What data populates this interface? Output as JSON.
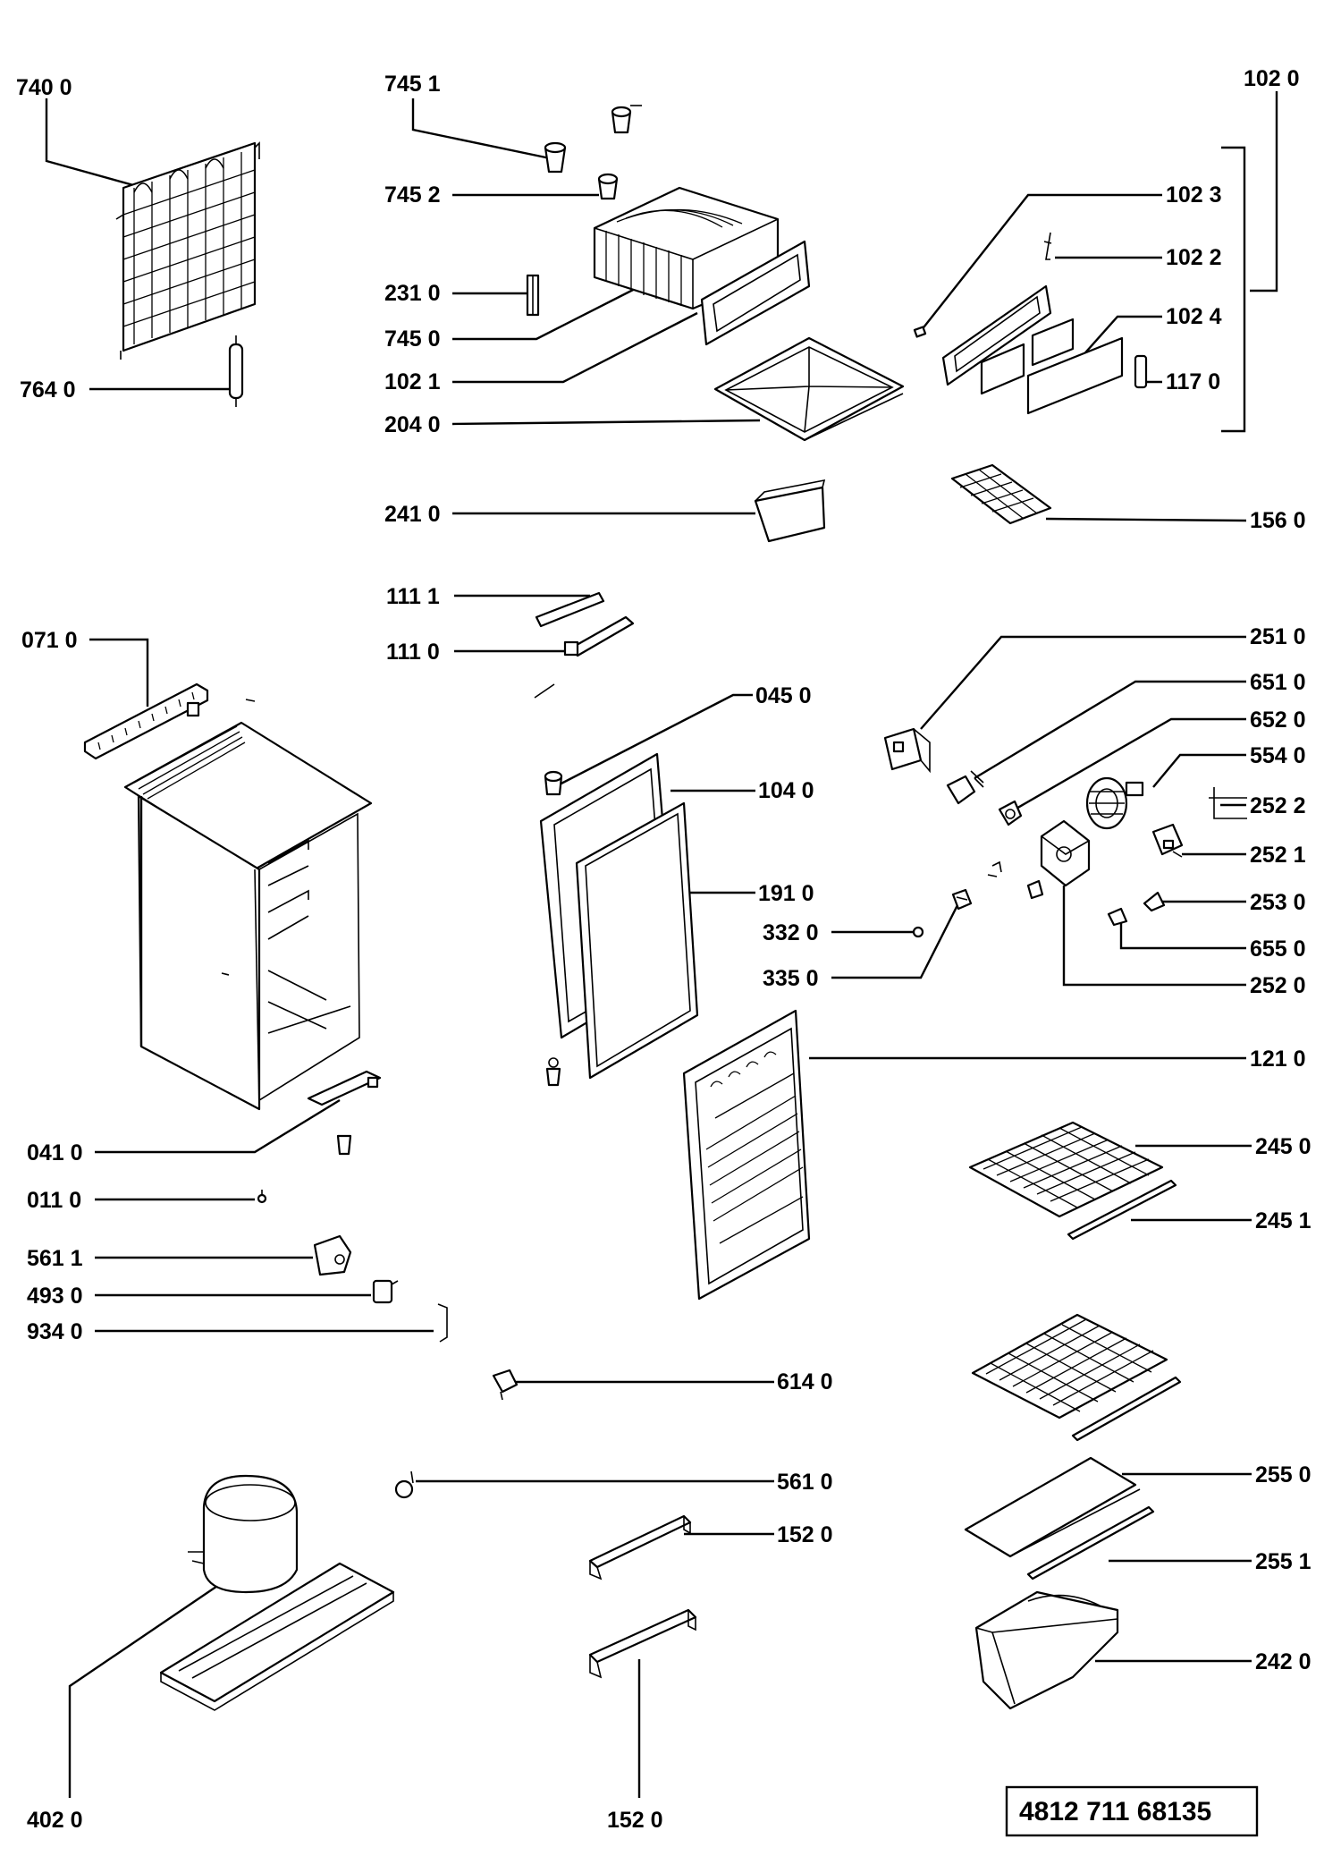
{
  "parts": [
    {
      "id": "p7400",
      "label": "740 0"
    },
    {
      "id": "p7451",
      "label": "745 1"
    },
    {
      "id": "p7452",
      "label": "745 2"
    },
    {
      "id": "p2310",
      "label": "231 0"
    },
    {
      "id": "p7450",
      "label": "745 0"
    },
    {
      "id": "p1021",
      "label": "102 1"
    },
    {
      "id": "p2040",
      "label": "204 0"
    },
    {
      "id": "p7640",
      "label": "764 0"
    },
    {
      "id": "p2410",
      "label": "241 0"
    },
    {
      "id": "p1020",
      "label": "102 0"
    },
    {
      "id": "p1023",
      "label": "102 3"
    },
    {
      "id": "p1022",
      "label": "102 2"
    },
    {
      "id": "p1024",
      "label": "102 4"
    },
    {
      "id": "p1170",
      "label": "117 0"
    },
    {
      "id": "p1560",
      "label": "156 0"
    },
    {
      "id": "p1111",
      "label": "111 1"
    },
    {
      "id": "p1110",
      "label": "111 0"
    },
    {
      "id": "p0710",
      "label": "071 0"
    },
    {
      "id": "p0450",
      "label": "045 0"
    },
    {
      "id": "p1040",
      "label": "104 0"
    },
    {
      "id": "p1910",
      "label": "191 0"
    },
    {
      "id": "p3320",
      "label": "332 0"
    },
    {
      "id": "p3350",
      "label": "335 0"
    },
    {
      "id": "p2510",
      "label": "251 0"
    },
    {
      "id": "p6510",
      "label": "651 0"
    },
    {
      "id": "p6520",
      "label": "652 0"
    },
    {
      "id": "p5540",
      "label": "554 0"
    },
    {
      "id": "p2522",
      "label": "252 2"
    },
    {
      "id": "p2521",
      "label": "252 1"
    },
    {
      "id": "p2530",
      "label": "253 0"
    },
    {
      "id": "p6550",
      "label": "655 0"
    },
    {
      "id": "p2520",
      "label": "252 0"
    },
    {
      "id": "p1210",
      "label": "121 0"
    },
    {
      "id": "p0410",
      "label": "041 0"
    },
    {
      "id": "p0110",
      "label": "011 0"
    },
    {
      "id": "p5611",
      "label": "561 1"
    },
    {
      "id": "p4930",
      "label": "493 0"
    },
    {
      "id": "p9340",
      "label": "934 0"
    },
    {
      "id": "p2450",
      "label": "245 0"
    },
    {
      "id": "p2451",
      "label": "245 1"
    },
    {
      "id": "p6140",
      "label": "614 0"
    },
    {
      "id": "p5610",
      "label": "561 0"
    },
    {
      "id": "p1520a",
      "label": "152 0"
    },
    {
      "id": "p2550",
      "label": "255 0"
    },
    {
      "id": "p2551",
      "label": "255 1"
    },
    {
      "id": "p2420",
      "label": "242 0"
    },
    {
      "id": "p4020",
      "label": "402 0"
    },
    {
      "id": "p1520b",
      "label": "152 0"
    }
  ],
  "drawing_code": "4812  711 68135"
}
